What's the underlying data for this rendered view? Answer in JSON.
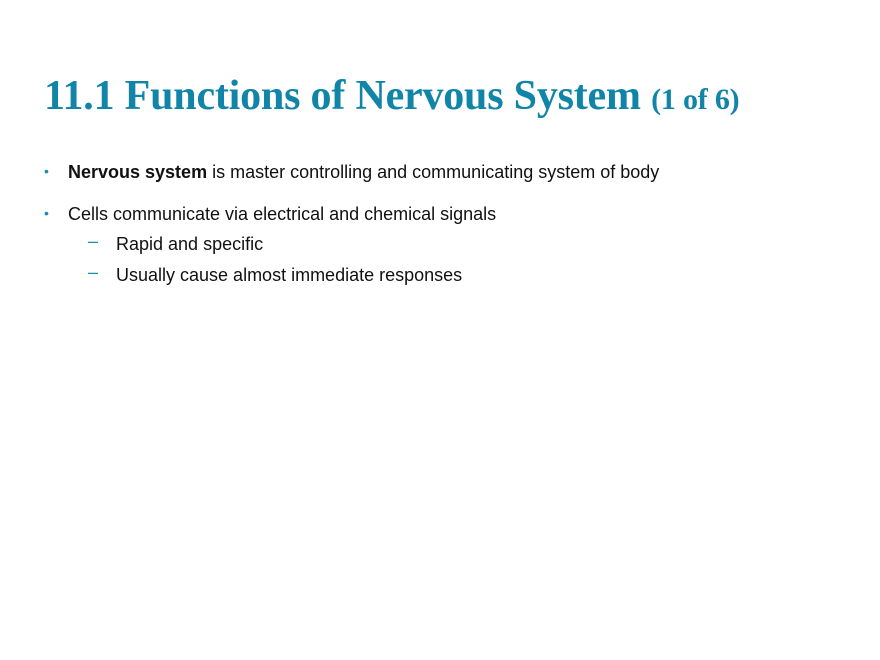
{
  "slide": {
    "title": {
      "main": "11.1  Functions of Nervous System",
      "counter": "(1 of 6)"
    },
    "accent_color": "#1085A8",
    "bullets": [
      {
        "marker": "•",
        "bold_text": "Nervous system",
        "text": " is master controlling and communicating system of body",
        "sub_items": []
      },
      {
        "marker": "•",
        "bold_text": "",
        "text": "Cells communicate via electrical and chemical signals",
        "sub_items": [
          {
            "marker": "–",
            "text": "Rapid and specific"
          },
          {
            "marker": "–",
            "text": "Usually cause almost immediate responses"
          }
        ]
      }
    ]
  }
}
